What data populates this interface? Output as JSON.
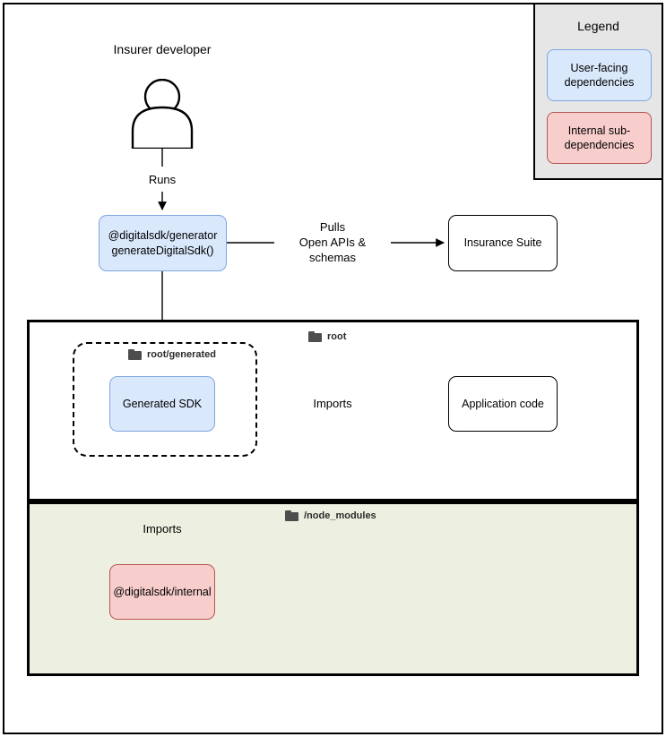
{
  "legend": {
    "title": "Legend",
    "items": [
      {
        "label": "User-facing\ndependencies",
        "color": "#dae8fc",
        "stroke": "#7ea6e0"
      },
      {
        "label": "Internal\nsub-dependencies",
        "color": "#f8cecc",
        "stroke": "#b85450"
      }
    ]
  },
  "actor": {
    "label": "Insurer\ndeveloper",
    "icon": "person-icon"
  },
  "nodes": {
    "generator": {
      "label": "@digitalsdk/generator\ngenerateDigitalSdk()",
      "fill": "#dae8fc",
      "stroke": "#7ea6e0"
    },
    "insurance_suite": {
      "label": "Insurance Suite",
      "fill": "#ffffff",
      "stroke": "#000000"
    },
    "generated_sdk": {
      "label": "Generated SDK",
      "fill": "#dae8fc",
      "stroke": "#7ea6e0"
    },
    "application_code": {
      "label": "Application\ncode",
      "fill": "#ffffff",
      "stroke": "#000000"
    },
    "internal_package": {
      "label": "@digitalsdk/internal",
      "fill": "#f8cecc",
      "stroke": "#b85450"
    }
  },
  "containers": {
    "root": {
      "caption": "root",
      "icon": "folder-icon",
      "fill": "#ffffff"
    },
    "generated": {
      "caption": "root/generated",
      "icon": "folder-icon"
    },
    "node_modules": {
      "caption": "/node_modules",
      "icon": "folder-icon",
      "fill": "#edf0e0"
    }
  },
  "edges": [
    {
      "name": "runs",
      "label": "Runs",
      "from": "actor",
      "to": "generator"
    },
    {
      "name": "pulls",
      "label": "Pulls\nOpen APIs &\nschemas",
      "from": "generator",
      "to": "insurance_suite"
    },
    {
      "name": "generates",
      "label": "",
      "from": "generator",
      "to": "generated_sdk"
    },
    {
      "name": "imports-app",
      "label": "Imports",
      "from": "application_code",
      "to": "generated_sdk"
    },
    {
      "name": "imports-internal",
      "label": "Imports",
      "from": "generated_sdk",
      "to": "internal_package"
    }
  ]
}
